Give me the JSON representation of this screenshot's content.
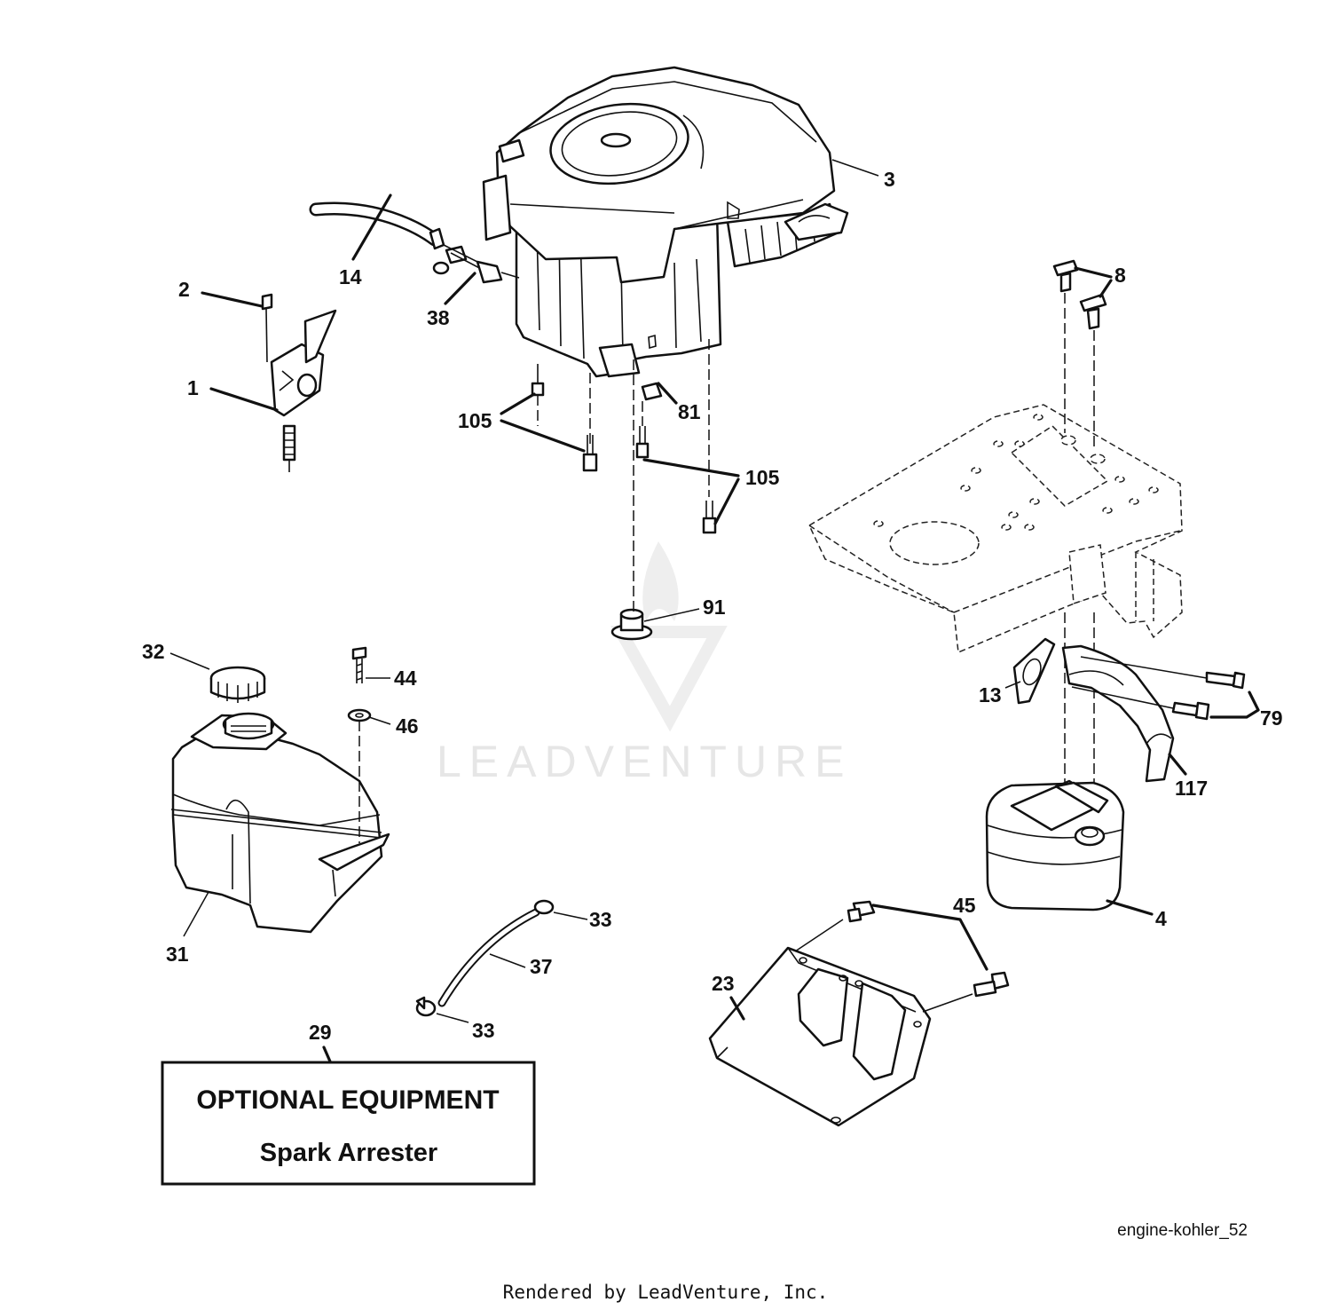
{
  "callouts": {
    "c1": "1",
    "c2": "2",
    "c3": "3",
    "c4": "4",
    "c8": "8",
    "c13": "13",
    "c14": "14",
    "c23": "23",
    "c29": "29",
    "c31": "31",
    "c32": "32",
    "c33a": "33",
    "c33b": "33",
    "c37": "37",
    "c38": "38",
    "c44": "44",
    "c45": "45",
    "c46": "46",
    "c79": "79",
    "c81": "81",
    "c91": "91",
    "c105a": "105",
    "c105b": "105",
    "c117": "117"
  },
  "optional_box": {
    "title": "OPTIONAL EQUIPMENT",
    "subtitle": "Spark Arrester"
  },
  "reference": "engine-kohler_52",
  "watermark": "LEADVENTURE",
  "footer": "Rendered by LeadVenture, Inc."
}
